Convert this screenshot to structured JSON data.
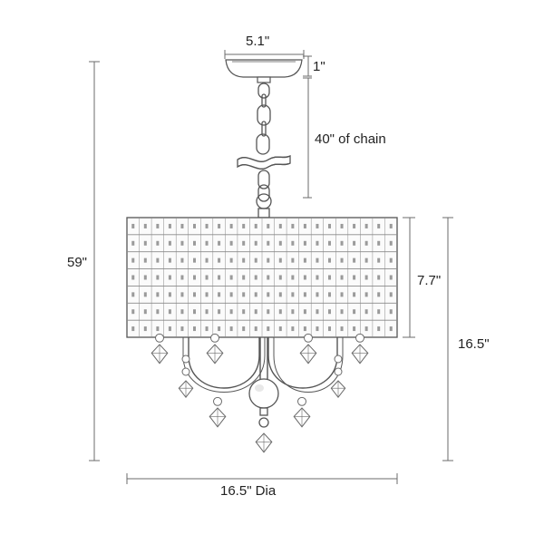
{
  "dimensions": {
    "canopy_width": "5.1\"",
    "canopy_height": "1\"",
    "chain_length": "40\" of chain",
    "overall_height": "59\"",
    "shade_height": "7.7\"",
    "fixture_height": "16.5\"",
    "diameter": "16.5\" Dia"
  },
  "colors": {
    "line": "#555555",
    "shade_grid": "#8a8a8a",
    "crystal": "#6a6a6a",
    "dimension": "#6b6b6b"
  }
}
